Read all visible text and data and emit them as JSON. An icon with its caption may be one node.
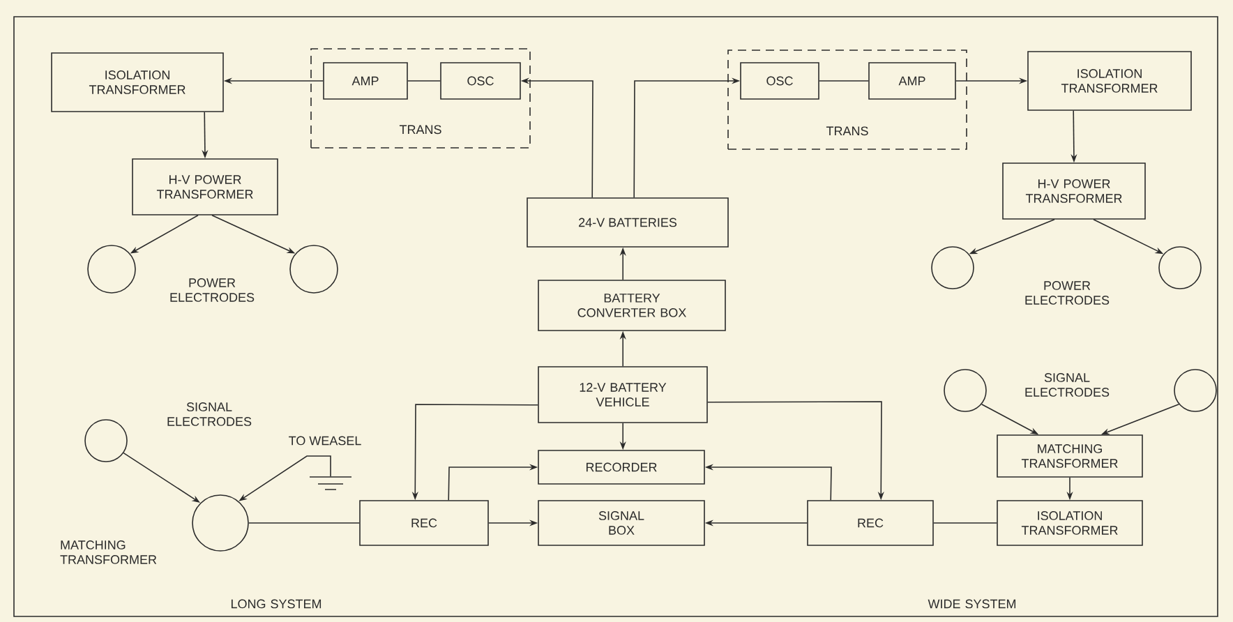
{
  "diagram": {
    "nodes": [
      {
        "text": [
          "ISOLATION TRANSFORMER"
        ]
      },
      {
        "text": [
          "TRANS"
        ]
      },
      {
        "text": [
          "AMP"
        ],
        "in": 1
      },
      {
        "text": [
          "OSC"
        ],
        "in": 1
      },
      {
        "text": [
          "TRANS"
        ]
      },
      {
        "text": [
          "OSC"
        ],
        "in": 4
      },
      {
        "text": [
          "AMP"
        ],
        "in": 4
      },
      {
        "text": [
          "ISOLATION TRANSFORMER"
        ]
      },
      {
        "text": [
          "H-V POWER TRANSFORMER"
        ]
      },
      {
        "text": [
          "H-V POWER TRANSFORMER"
        ]
      },
      {
        "text": [
          "24-V BATTERIES"
        ]
      },
      {
        "text": [],
        "shape": "circle"
      },
      {
        "text": [],
        "shape": "circle"
      },
      {
        "text": [],
        "shape": "circle"
      },
      {
        "text": [],
        "shape": "circle"
      },
      {
        "text": [
          "BATTERY CONVERTER BOX"
        ]
      },
      {
        "text": [
          "12-V BATTERY VEHICLE"
        ]
      },
      {
        "text": [
          "RECORDER"
        ]
      },
      {
        "text": [
          "SIGNAL BOX"
        ]
      },
      {
        "text": [],
        "shape": "circle"
      },
      {
        "text": [],
        "shape": "circle"
      },
      {
        "text": [],
        "shape": "circle"
      },
      {
        "text": [],
        "shape": "picture",
        "beside": [
          "TO WEASEL"
        ]
      },
      {
        "text": [
          "MATCHING TRANSFORMER"
        ]
      },
      {
        "text": [],
        "shape": "circle",
        "beside": [
          "MATCHING TRANSFORMER"
        ]
      },
      {
        "text": [
          "REC"
        ]
      },
      {
        "text": [
          "REC"
        ]
      },
      {
        "text": [
          "ISOLATION TRANSFORMER"
        ]
      }
    ],
    "edges": [
      {
        "from": 2,
        "to": 0,
        "arrow": "to"
      },
      {
        "from": 2,
        "to": 3,
        "arrow": "none"
      },
      {
        "from": 10,
        "to": 3,
        "arrow": "to"
      },
      {
        "from": 10,
        "to": 5,
        "arrow": "to"
      },
      {
        "from": 5,
        "to": 6,
        "arrow": "none"
      },
      {
        "from": 6,
        "to": 7,
        "arrow": "to"
      },
      {
        "from": 0,
        "to": 8,
        "arrow": "to"
      },
      {
        "from": 8,
        "to": 11,
        "arrow": "to"
      },
      {
        "from": 8,
        "to": 12,
        "arrow": "to"
      },
      {
        "from": 7,
        "to": 9,
        "arrow": "to"
      },
      {
        "from": 9,
        "to": 13,
        "arrow": "to"
      },
      {
        "from": 9,
        "to": 14,
        "arrow": "to"
      },
      {
        "from": 15,
        "to": 10,
        "arrow": "to"
      },
      {
        "from": 16,
        "to": 15,
        "arrow": "to"
      },
      {
        "from": 16,
        "to": 17,
        "arrow": "to"
      },
      {
        "from": 16,
        "to": 25,
        "arrow": "to"
      },
      {
        "from": 16,
        "to": 26,
        "arrow": "to"
      },
      {
        "from": 25,
        "to": 17,
        "arrow": "to"
      },
      {
        "from": 25,
        "to": 18,
        "arrow": "to"
      },
      {
        "from": 26,
        "to": 17,
        "arrow": "to"
      },
      {
        "from": 26,
        "to": 18,
        "arrow": "to"
      },
      {
        "from": 24,
        "to": 25,
        "arrow": "none"
      },
      {
        "from": 19,
        "to": 24,
        "arrow": "to"
      },
      {
        "from": 22,
        "to": 24,
        "arrow": "to"
      },
      {
        "from": 20,
        "to": 23,
        "arrow": "to"
      },
      {
        "from": 21,
        "to": 23,
        "arrow": "to"
      },
      {
        "from": 23,
        "to": 27,
        "arrow": "to"
      },
      {
        "from": 27,
        "to": 26,
        "arrow": "none"
      }
    ],
    "labels": [
      "POWER ELECTRODES",
      "POWER ELECTRODES",
      "SIGNAL ELECTRODES",
      "SIGNAL ELECTRODES",
      "LONG SYSTEM",
      "WIDE SYSTEM"
    ]
  }
}
